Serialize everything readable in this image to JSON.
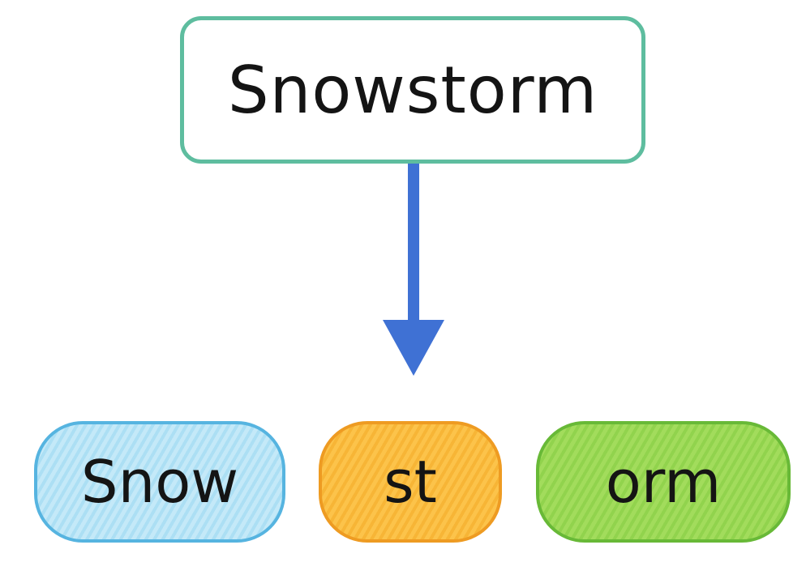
{
  "word": {
    "text": "Snowstorm",
    "border_color": "#5ebd9f"
  },
  "arrow": {
    "color": "#3f71d4",
    "direction": "down"
  },
  "chunks": [
    {
      "text": "Snow",
      "border_color": "#56b4e0",
      "fill_color": "#bce6f7"
    },
    {
      "text": "st",
      "border_color": "#ee9b22",
      "fill_color": "#fbbd43"
    },
    {
      "text": "orm",
      "border_color": "#68b937",
      "fill_color": "#9ad855"
    }
  ]
}
